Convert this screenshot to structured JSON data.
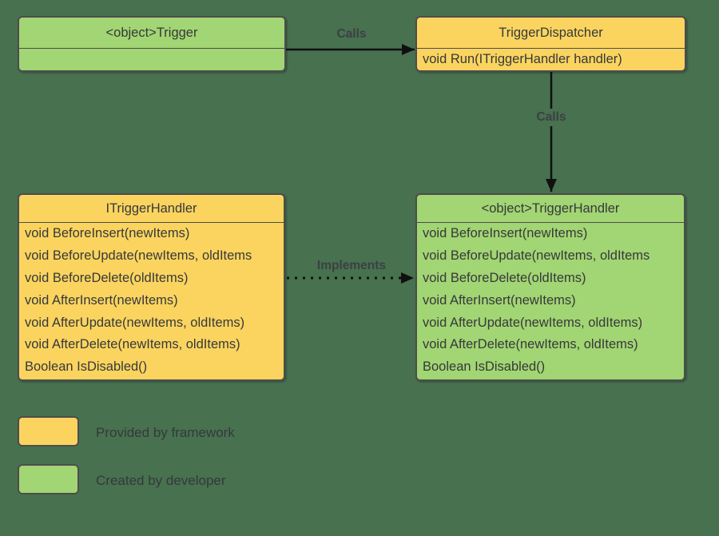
{
  "colors": {
    "bg": "#47714F",
    "framework": "#FBD45F",
    "developer": "#A2D573",
    "border": "#4D4D4D",
    "text": "#36393B",
    "arrow": "#101010",
    "edge_label": "#3C4043"
  },
  "nodes": {
    "trigger": {
      "title": "<object>Trigger",
      "methods": []
    },
    "dispatcher": {
      "title": "TriggerDispatcher",
      "methods": [
        "void Run(ITriggerHandler handler)"
      ]
    },
    "itrigger_handler": {
      "title": "ITriggerHandler",
      "methods": [
        "void BeforeInsert(newItems)",
        "void BeforeUpdate(newItems, oldItems",
        "void BeforeDelete(oldItems)",
        "void AfterInsert(newItems)",
        "void AfterUpdate(newItems, oldItems)",
        "void AfterDelete(newItems, oldItems)",
        "Boolean IsDisabled()"
      ]
    },
    "trigger_handler": {
      "title": "<object>TriggerHandler",
      "methods": [
        "void BeforeInsert(newItems)",
        "void BeforeUpdate(newItems, oldItems",
        "void BeforeDelete(oldItems)",
        "void AfterInsert(newItems)",
        "void AfterUpdate(newItems, oldItems)",
        "void AfterDelete(newItems, oldItems)",
        "Boolean IsDisabled()"
      ]
    }
  },
  "edges": {
    "calls_top": "Calls",
    "calls_down": "Calls",
    "implements": "Implements"
  },
  "legend": [
    {
      "label": "Provided by framework"
    },
    {
      "label": "Created by developer"
    }
  ]
}
